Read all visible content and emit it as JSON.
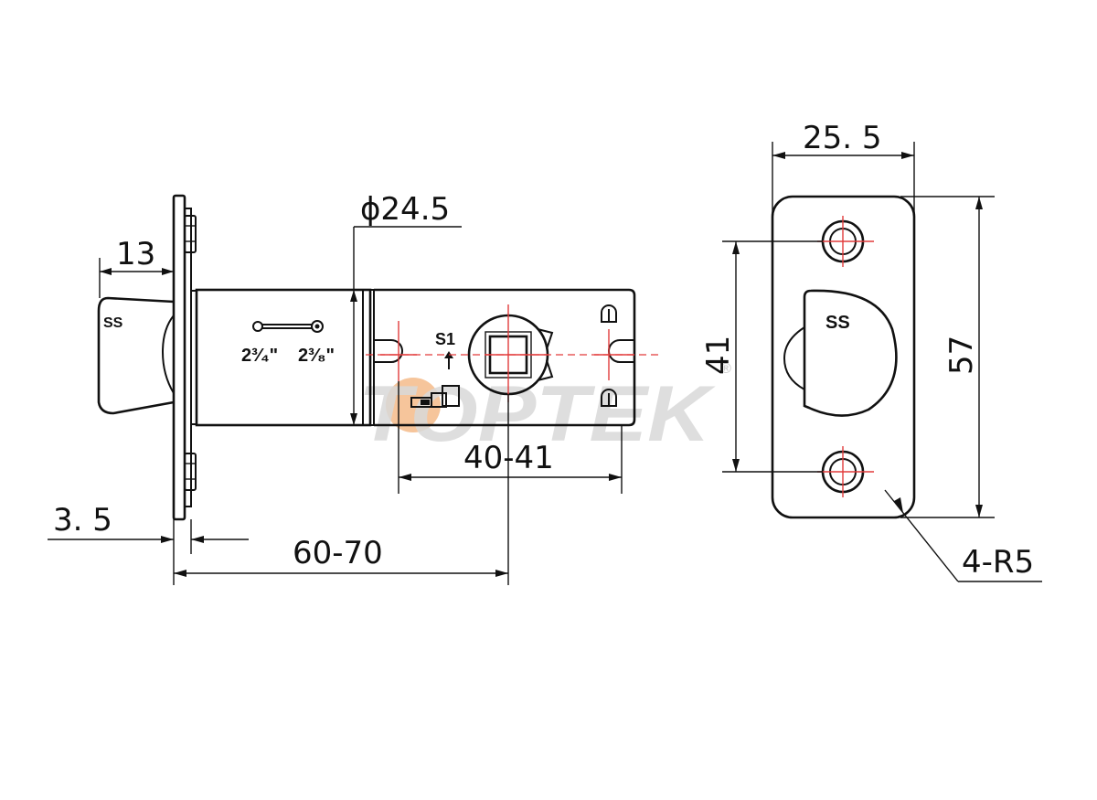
{
  "dimensions": {
    "width_13": "13",
    "backset_diameter": "ϕ24.5",
    "thickness_3_5": "3. 5",
    "length_60_70": "60-70",
    "hole_40_41": "40-41",
    "strike_width": "25. 5",
    "strike_hole_spacing": "41",
    "strike_height": "57",
    "corner_radius": "4-R5"
  },
  "labels": {
    "latch_bolt_mark": "SS",
    "strike_mark": "SS",
    "backset_short": "2³⁄₄\"",
    "backset_long": "2³⁄₈\"",
    "setting_mark": "S1"
  },
  "watermark": {
    "text": "TOPTEK",
    "registered": "®",
    "text_color": "#d9d9d9",
    "accent_color": "#f3b27a"
  },
  "colors": {
    "line": "#111111",
    "centerline": "#e23b3b"
  }
}
